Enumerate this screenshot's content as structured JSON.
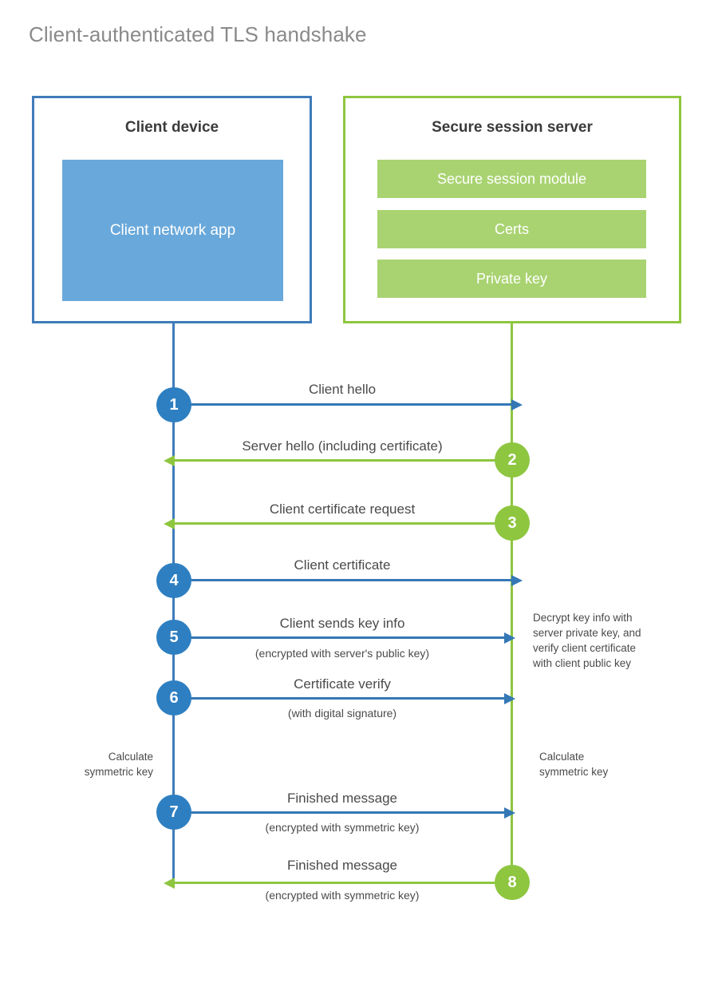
{
  "title": "Client-authenticated TLS handshake",
  "colors": {
    "client_accent": "#3f7cba",
    "client_badge": "#2e7fc1",
    "client_app_fill": "#69a8da",
    "server_accent": "#8ec63f",
    "server_module_fill": "#a9d371",
    "text": "#4a4a4a",
    "title_text": "#8a8a8a"
  },
  "client": {
    "title": "Client device",
    "app_label": "Client network app"
  },
  "server": {
    "title": "Secure session server",
    "modules": [
      {
        "label": "Secure session module"
      },
      {
        "label": "Certs"
      },
      {
        "label": "Private key"
      }
    ]
  },
  "messages": [
    {
      "step": "1",
      "label": "Client hello",
      "sublabel": "",
      "direction": "client-to-server",
      "badge_side": "client"
    },
    {
      "step": "2",
      "label": "Server hello (including certificate)",
      "sublabel": "",
      "direction": "server-to-client",
      "badge_side": "server"
    },
    {
      "step": "3",
      "label": "Client certificate request",
      "sublabel": "",
      "direction": "server-to-client",
      "badge_side": "server"
    },
    {
      "step": "4",
      "label": "Client certificate",
      "sublabel": "",
      "direction": "client-to-server",
      "badge_side": "client"
    },
    {
      "step": "5",
      "label": "Client sends key info",
      "sublabel": "(encrypted with server's public key)",
      "direction": "client-to-server",
      "badge_side": "client"
    },
    {
      "step": "6",
      "label": "Certificate verify",
      "sublabel": "(with digital signature)",
      "direction": "client-to-server",
      "badge_side": "client"
    },
    {
      "step": "7",
      "label": "Finished message",
      "sublabel": "(encrypted with symmetric key)",
      "direction": "client-to-server",
      "badge_side": "client"
    },
    {
      "step": "8",
      "label": "Finished message",
      "sublabel": "(encrypted with symmetric key)",
      "direction": "server-to-client",
      "badge_side": "server"
    }
  ],
  "notes": {
    "server_decrypt": "Decrypt key info with\nserver private key, and\nverify client certificate\nwith client public key",
    "client_calculate": "Calculate\nsymmetric key",
    "server_calculate": "Calculate\nsymmetric key"
  }
}
